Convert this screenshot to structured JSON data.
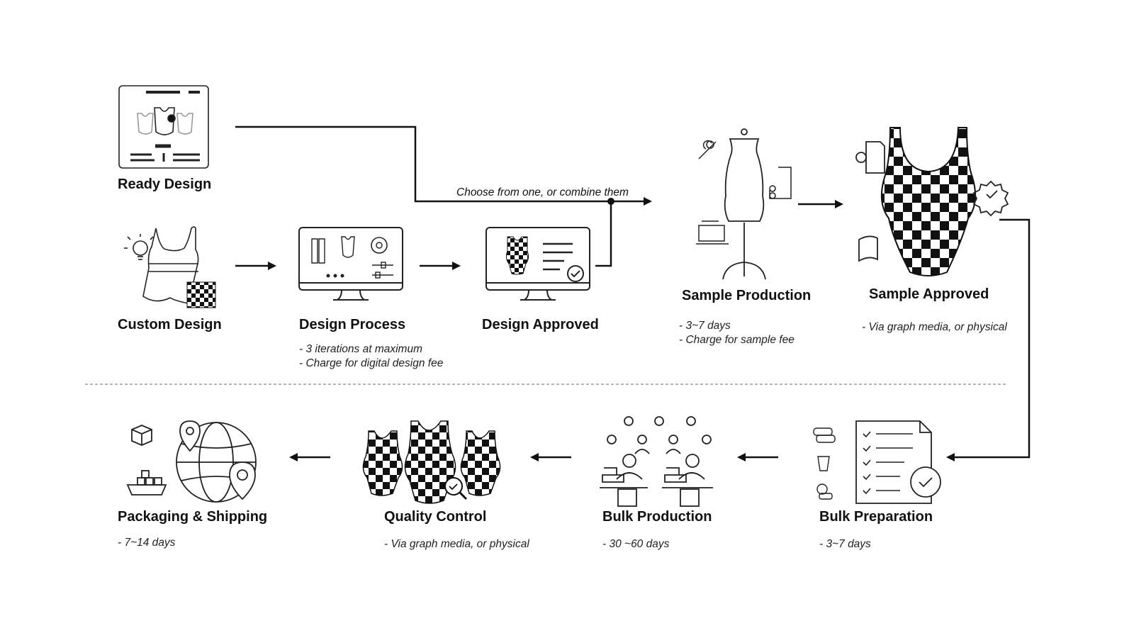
{
  "connector_caption": "Choose from one, or combine them",
  "steps": {
    "ready_design": {
      "title": "Ready Design"
    },
    "custom_design": {
      "title": "Custom Design"
    },
    "design_process": {
      "title": "Design Process",
      "notes": [
        "-  3 iterations at maximum",
        "-  Charge for digital design fee"
      ]
    },
    "design_approved": {
      "title": "Design Approved"
    },
    "sample_production": {
      "title": "Sample Production",
      "notes": [
        "-  3~7 days",
        "-  Charge for sample fee"
      ]
    },
    "sample_approved": {
      "title": "Sample Approved",
      "notes": [
        "-  Via graph media, or physical"
      ]
    },
    "bulk_preparation": {
      "title": "Bulk Preparation",
      "notes": [
        "-  3~7 days"
      ]
    },
    "bulk_production": {
      "title": "Bulk Production",
      "notes": [
        "-  30 ~60 days"
      ]
    },
    "quality_control": {
      "title": "Quality Control",
      "notes": [
        "-  Via graph media, or physical"
      ]
    },
    "packaging_shipping": {
      "title": "Packaging & Shipping",
      "notes": [
        "-  7~14 days"
      ]
    }
  },
  "icons": {
    "ready_design": "website-catalog-icon",
    "custom_design": "custom-swimsuit-idea-icon",
    "design_process": "design-monitor-icon",
    "design_approved": "approved-design-monitor-icon",
    "sample_production": "dress-form-sewing-icon",
    "sample_approved": "checkered-swimsuit-approved-icon",
    "bulk_preparation": "checklist-materials-icon",
    "bulk_production": "sewing-workers-icon",
    "quality_control": "swimsuits-inspection-icon",
    "packaging_shipping": "global-shipping-icon"
  },
  "colors": {
    "ink": "#111111",
    "checker": "#111111",
    "background": "#ffffff"
  }
}
